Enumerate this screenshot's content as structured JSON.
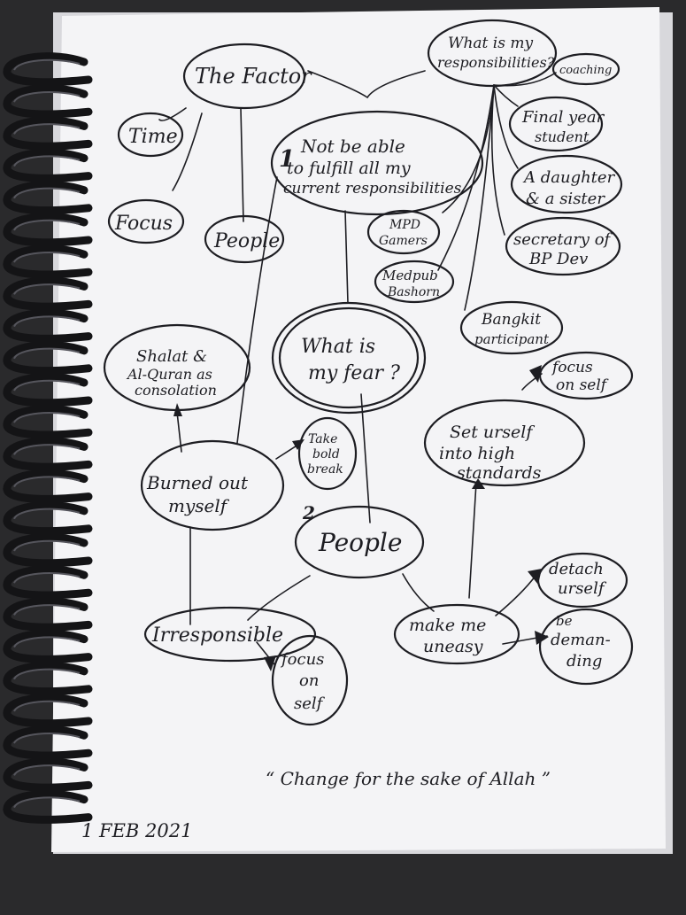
{
  "mindmap": {
    "factor_title": "The Factor",
    "factor_time": "Time",
    "factor_focus": "Focus",
    "factor_people": "People",
    "responsibilities_q1": "What is my",
    "responsibilities_q2": "responsibilities?",
    "coaching": "coaching",
    "final_year_1": "Final year",
    "final_year_2": "student",
    "daughter_1": "A daughter",
    "daughter_2": "& a sister",
    "mpd_1": "MPD",
    "mpd_2": "Gamers",
    "secretary_1": "secretary of",
    "secretary_2": "BP Dev",
    "medpub_1": "Medpub",
    "medpub_2": "Bashorn",
    "bangkit_1": "Bangkit",
    "bangkit_2": "participant",
    "problem_number": "1",
    "problem_1": "Not be able",
    "problem_2": "to fulfill all my",
    "problem_3": "current responsibilities",
    "fear_1": "What is",
    "fear_2": "my fear ?",
    "shalat_1": "Shalat &",
    "shalat_2": "Al-Quran as",
    "shalat_3": "consolation",
    "burned_1": "Burned out",
    "burned_2": "myself",
    "bold_break_1": "Take",
    "bold_break_2": "bold",
    "bold_break_3": "break",
    "people_number": "2",
    "people_center": "People",
    "focus_self_top_1": "focus",
    "focus_self_top_2": "on self",
    "standards_1": "Set urself",
    "standards_2": "into high",
    "standards_3": "standards",
    "irresponsible": "Irresponsible",
    "focus_self_bottom_1": "focus",
    "focus_self_bottom_2": "on",
    "focus_self_bottom_3": "self",
    "uneasy_1": "make me",
    "uneasy_2": "uneasy",
    "detach_1": "detach",
    "detach_2": "urself",
    "demanding_1": "be",
    "demanding_2": "deman-",
    "demanding_3": "ding",
    "quote": "“ Change for the sake of Allah ”",
    "date": "1 FEB 2021"
  },
  "colors": {
    "paper": "#f4f4f6",
    "ink": "#1d1d22",
    "background": "#2a2a2c",
    "spiral": "#141416"
  }
}
